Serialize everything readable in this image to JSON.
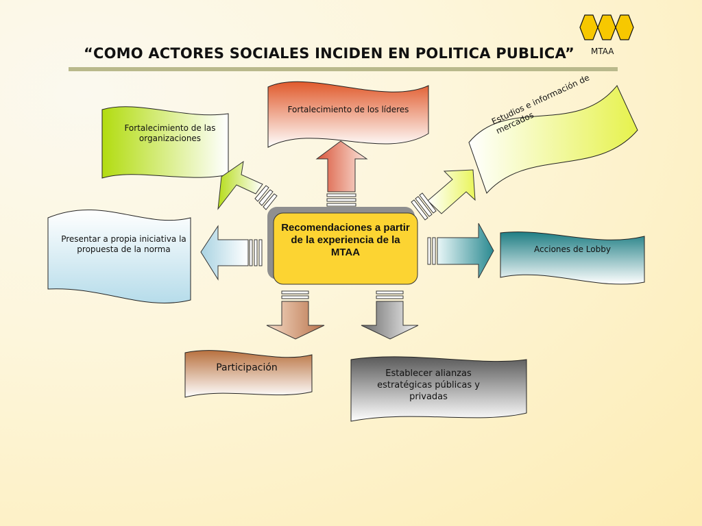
{
  "title": "“COMO ACTORES SOCIALES INCIDEN EN POLITICA PUBLICA”",
  "brand": "MTAA",
  "center": "Recomendaciones a partir de la experiencia de la MTAA",
  "nodes": {
    "lideres": "Fortalecimiento de los líderes",
    "organizaciones": "Fortalecimiento de las organizaciones",
    "estudios": "Estudios e información de mercados",
    "iniciativa": "Presentar a propia iniciativa la propuesta de la norma",
    "lobby": "Acciones de Lobby",
    "participacion": "Participación",
    "alianzas": "Establecer alianzas estratégicas públicas y privadas"
  },
  "colors": {
    "lideres": "#e2643a",
    "organizaciones": "#b8de1a",
    "estudios": "#e8f55a",
    "iniciativa": "#8ec8da",
    "lobby": "#2f8a8e",
    "participacion": "#c07a4e",
    "alianzas": "#6e6e6e",
    "center": "#fcd432",
    "hex": "#f7c800"
  }
}
